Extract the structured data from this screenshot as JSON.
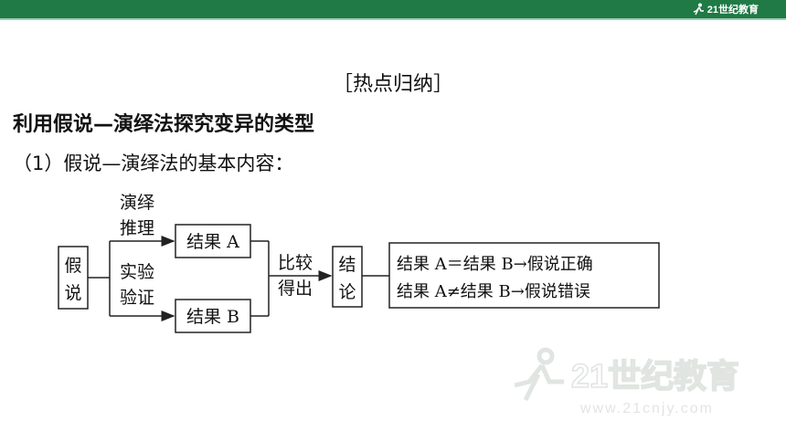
{
  "header": {
    "brand": "21世纪教育"
  },
  "heading": "［热点归纳］",
  "title": "利用假说—演绎法探究变异的类型",
  "subtitle": "（1）假说—演绎法的基本内容：",
  "diagram": {
    "hypothesis": [
      "假",
      "说"
    ],
    "upper_label": [
      "演绎",
      "推理"
    ],
    "lower_label": [
      "实验",
      "验证"
    ],
    "result_a": "结果 A",
    "result_b": "结果 B",
    "compare": [
      "比较",
      "得出"
    ],
    "conclusion": [
      "结",
      "论"
    ],
    "outcomes": [
      "结果 A＝结果 B→假说正确",
      "结果 A≠结果 B→假说错误"
    ]
  },
  "watermark": {
    "text": "21世纪教育",
    "url_text": "www.21cnjy.com"
  },
  "colors": {
    "header_green": "#1f7a45",
    "accent_light": "#9fcfae",
    "line": "#222222"
  }
}
